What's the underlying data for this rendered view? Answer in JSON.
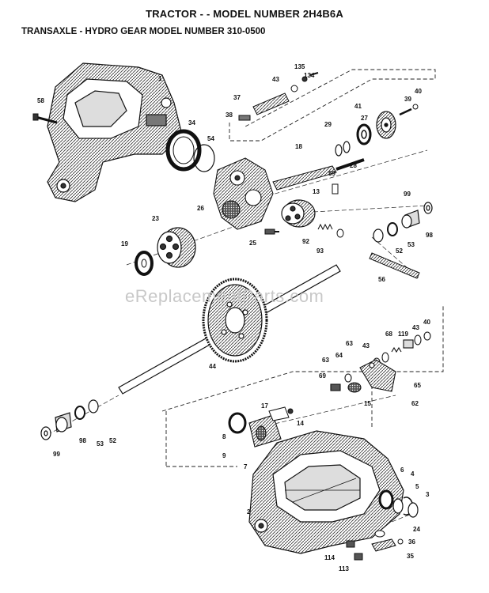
{
  "title": "TRACTOR - - MODEL NUMBER 2H4B6A",
  "subtitle": "TRANSAXLE  - HYDRO GEAR MODEL NUMBER 310-0500",
  "watermark": "eReplacementParts.com",
  "labels": {
    "p1": "1",
    "p58": "58",
    "p34": "34",
    "p54": "54",
    "p135": "135",
    "p134": "134",
    "p43a": "43",
    "p37": "37",
    "p38": "38",
    "p41": "41",
    "p40a": "40",
    "p39a": "39",
    "p29": "29",
    "p27": "27",
    "p18": "18",
    "p28": "28",
    "p59": "59",
    "p13": "13",
    "p26": "26",
    "p23": "23",
    "p19": "19",
    "p25": "25",
    "p92": "92",
    "p93": "93",
    "p99a": "99",
    "p98a": "98",
    "p53a": "53",
    "p52a": "52",
    "p56": "56",
    "p44": "44",
    "p40b": "40",
    "p43b": "43",
    "p119": "119",
    "p68": "68",
    "p63a": "63",
    "p43c": "43",
    "p64": "64",
    "p63b": "63",
    "p69": "69",
    "p65": "65",
    "p62": "62",
    "p15": "15",
    "p17": "17",
    "p14": "14",
    "p8": "8",
    "p9": "9",
    "p7": "7",
    "p52b": "52",
    "p53b": "53",
    "p98b": "98",
    "p99b": "99",
    "p6": "6",
    "p4": "4",
    "p5": "5",
    "p3": "3",
    "p2": "2",
    "p24": "24",
    "p36": "36",
    "p114": "114",
    "p113": "113",
    "p35": "35"
  }
}
